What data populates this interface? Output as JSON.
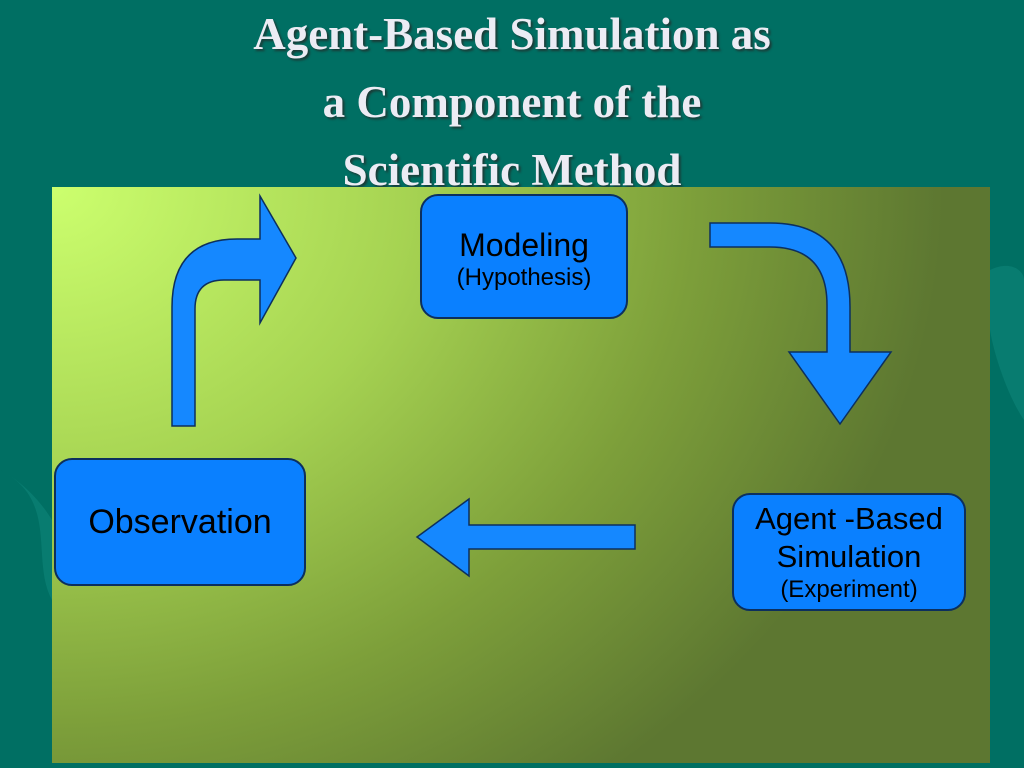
{
  "title": {
    "line1": "Agent-Based Simulation as",
    "line2": "a Component of  the",
    "line3": "Scientific Method"
  },
  "diagram": {
    "modeling": {
      "label": "Modeling",
      "sublabel": "(Hypothesis)"
    },
    "simulation": {
      "label_line1": "Agent -Based",
      "label_line2": "Simulation",
      "sublabel": "(Experiment)"
    },
    "observation": {
      "label": "Observation"
    }
  },
  "colors": {
    "background": "#006f63",
    "title_text": "#ececf4",
    "box_fill": "#0a80ff",
    "arrow_fill": "#1588ff",
    "panel_light": "#ccff6e",
    "panel_dark": "#5d7731"
  }
}
